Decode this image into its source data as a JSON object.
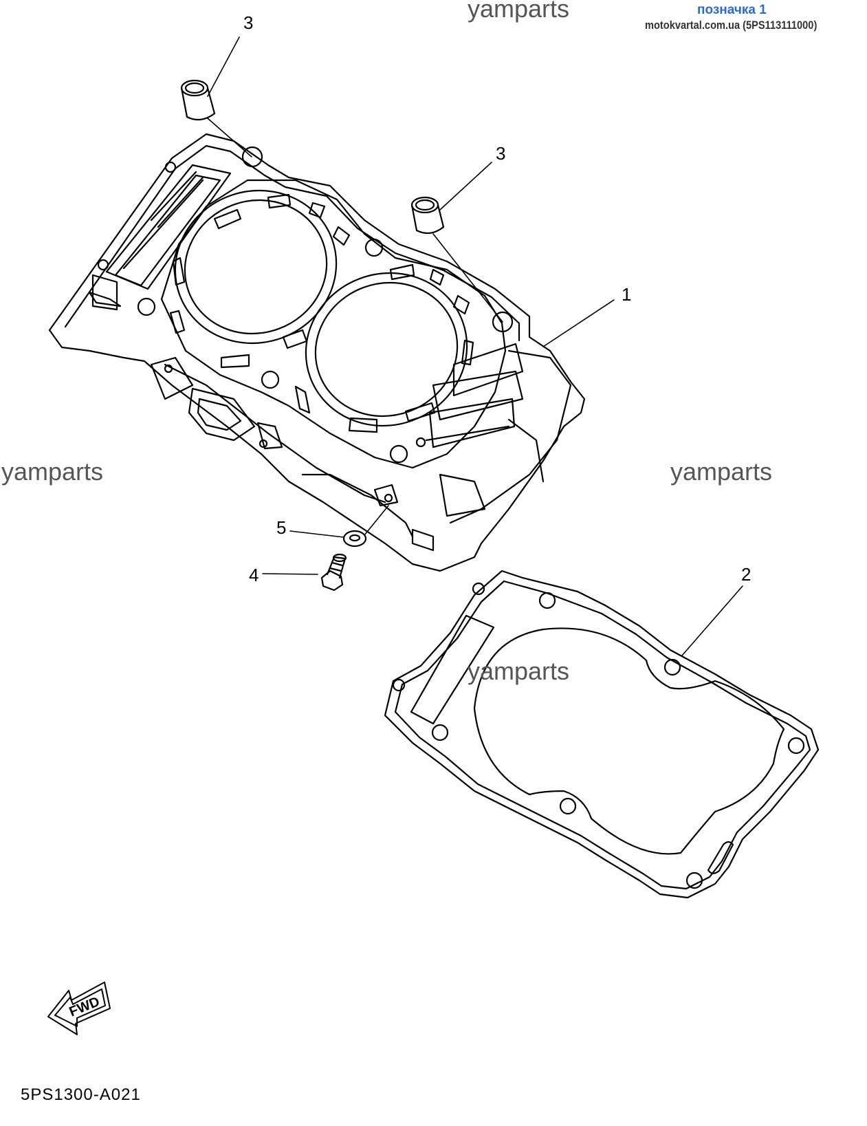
{
  "header": {
    "tag": "позначка 1",
    "site_ref": "motokvartal.com.ua (5PS113111000)"
  },
  "watermarks": [
    "yamparts",
    "yamparts",
    "yamparts",
    "yamparts"
  ],
  "callouts": [
    {
      "part": "3"
    },
    {
      "part": "3"
    },
    {
      "part": "1"
    },
    {
      "part": "5"
    },
    {
      "part": "4"
    },
    {
      "part": "2"
    }
  ],
  "fwd_label": "FWD",
  "diagram_code": "5PS1300-A021"
}
